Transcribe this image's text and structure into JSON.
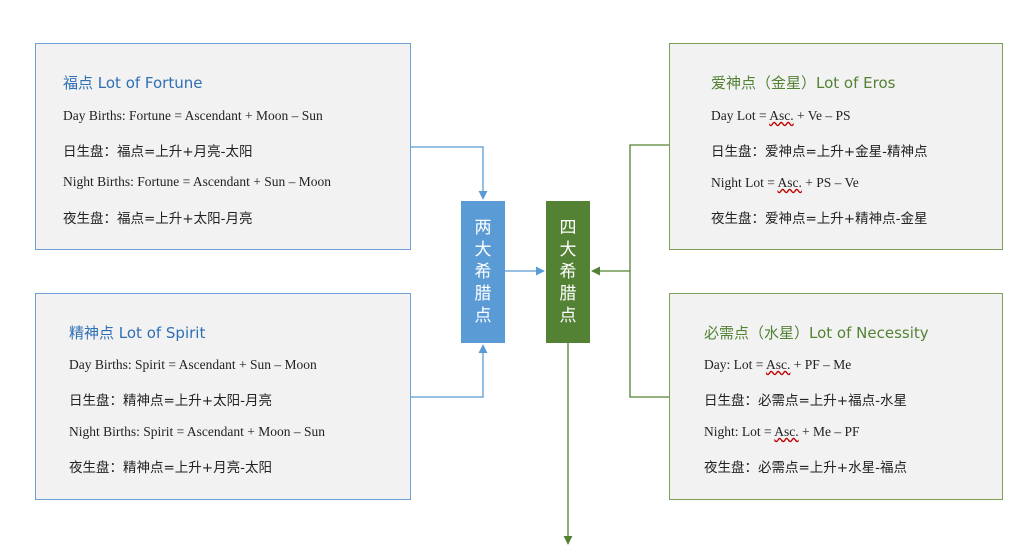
{
  "boxes": {
    "fortune": {
      "title": "福点  Lot of Fortune",
      "lines": [
        "Day Births: Fortune = Ascendant + Moon – Sun",
        "日生盘：福点=上升+月亮-太阳",
        "Night Births: Fortune = Ascendant + Sun – Moon",
        "夜生盘：福点=上升+太阳-月亮"
      ]
    },
    "spirit": {
      "title": "精神点  Lot of Spirit",
      "lines": [
        "Day Births: Spirit = Ascendant + Sun – Moon",
        "日生盘：精神点=上升+太阳-月亮",
        "Night Births: Spirit = Ascendant + Moon – Sun",
        "夜生盘：精神点=上升+月亮-太阳"
      ]
    },
    "eros": {
      "title": "爱神点（金星）Lot of Eros",
      "line0_pre": "Day Lot = ",
      "line0_asc": "Asc.",
      "line0_post": " + Ve – PS",
      "line1": "日生盘：爱神点=上升+金星-精神点",
      "line2_pre": "Night Lot = ",
      "line2_asc": "Asc.",
      "line2_post": " + PS – Ve",
      "line3": "夜生盘：爱神点=上升+精神点-金星"
    },
    "necessity": {
      "title": "必需点（水星）Lot of Necessity",
      "line0_pre": "Day: Lot = ",
      "line0_asc": "Asc.",
      "line0_post": " + PF – Me",
      "line1": "日生盘：必需点=上升+福点-水星",
      "line2_pre": "Night: Lot = ",
      "line2_asc": "Asc.",
      "line2_post": " + Me – PF",
      "line3": "夜生盘：必需点=上升+水星-福点"
    }
  },
  "center": {
    "two_lots": [
      "两",
      "大",
      "希",
      "腊",
      "点"
    ],
    "four_lots": [
      "四",
      "大",
      "希",
      "腊",
      "点"
    ]
  },
  "colors": {
    "blue_border": "#6f9fd4",
    "blue_fill": "#5b9bd5",
    "green_border": "#7aa05a",
    "green_fill": "#548235"
  }
}
